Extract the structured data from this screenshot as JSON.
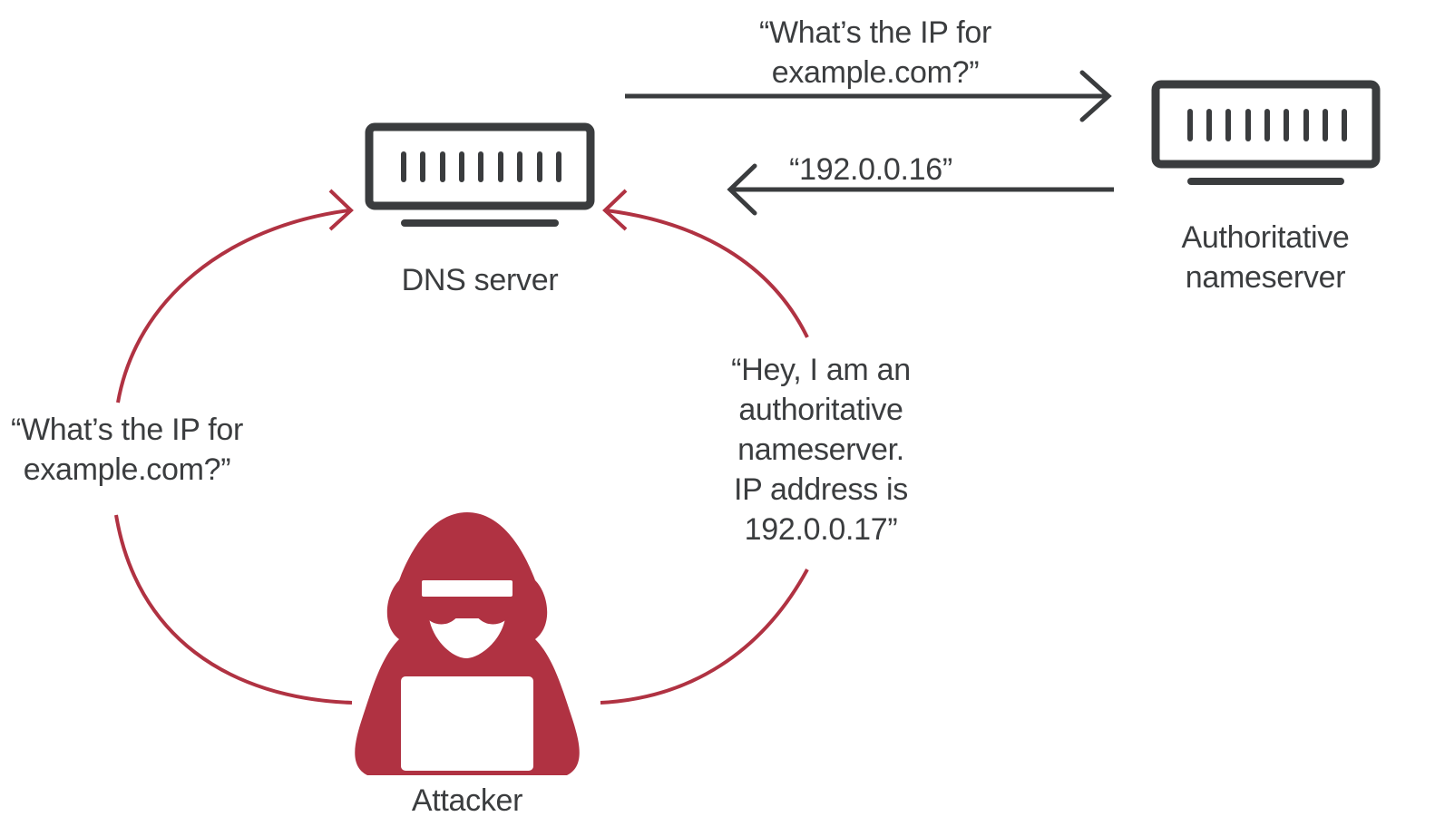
{
  "colors": {
    "ink": "#3a3c3e",
    "attack": "#b03242",
    "background": "#ffffff"
  },
  "nodes": {
    "dns_server": {
      "label": "DNS server",
      "icon": "server-icon"
    },
    "authoritative": {
      "label": "Authoritative\nnameserver",
      "icon": "server-icon"
    },
    "attacker": {
      "label": "Attacker",
      "icon": "hooded-hacker-icon"
    }
  },
  "messages": {
    "query_to_authoritative": "“What’s the IP for\nexample.com?”",
    "response_from_authoritative": "“192.0.0.16”",
    "attacker_query": "“What’s the IP for\nexample.com?”",
    "attacker_spoof": "“Hey, I am an\nauthoritative\nnameserver.\nIP address is\n192.0.0.17”"
  }
}
